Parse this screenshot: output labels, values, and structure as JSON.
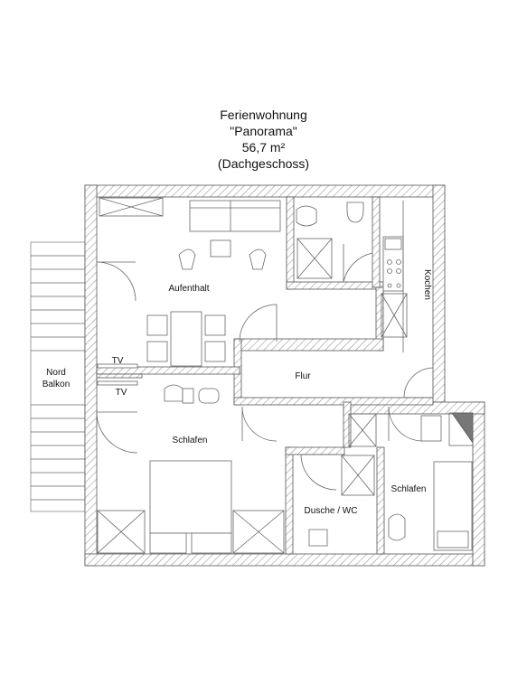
{
  "header": {
    "line1": "Ferienwohnung",
    "line2": "\"Panorama\"",
    "line3": "56,7 m²",
    "line4": "(Dachgeschoss)"
  },
  "rooms": {
    "aufenthalt": "Aufenthalt",
    "kochen": "Kochen",
    "flur": "Flur",
    "schlafen_left": "Schlafen",
    "schlafen_right": "Schlafen",
    "dusche": "Dusche / WC",
    "balkon_line1": "Nord",
    "balkon_line2": "Balkon",
    "tv_top": "TV",
    "tv_bottom": "TV"
  }
}
